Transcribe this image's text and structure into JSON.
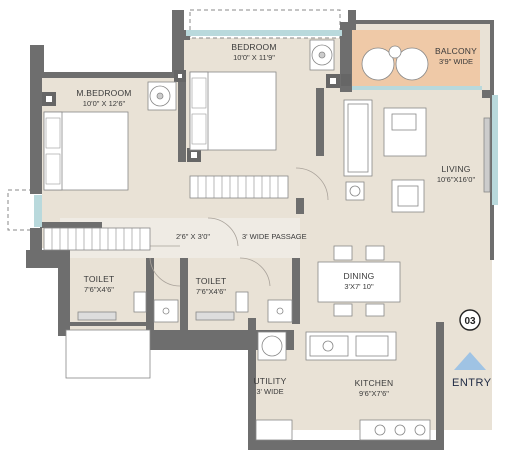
{
  "unit_number": "03",
  "entry_label": "ENTRY",
  "rooms": {
    "bedroom": {
      "name": "BEDROOM",
      "dim": "10'0\" X 11'9\""
    },
    "master_bedroom": {
      "name": "M.BEDROOM",
      "dim": "10'0\" X 12'6\""
    },
    "balcony": {
      "name": "BALCONY",
      "dim": "3'9\" WIDE"
    },
    "living": {
      "name": "LIVING",
      "dim": "10'6\"X16'0\""
    },
    "dining": {
      "name": "DINING",
      "dim": "3'X7' 10\""
    },
    "toilet_1": {
      "name": "TOILET",
      "dim": "7'6\"X4'6\""
    },
    "toilet_2": {
      "name": "TOILET",
      "dim": "7'6\"X4'6\""
    },
    "utility": {
      "name": "UTILITY",
      "dim": "3' WIDE"
    },
    "kitchen": {
      "name": "KITCHEN",
      "dim": "9'6\"X7'6\""
    }
  },
  "passages": {
    "small": "2'6\" X 3'0\"",
    "wide": "3' WIDE PASSAGE"
  },
  "colors": {
    "floor": "#e9e2d6",
    "wall": "#6e6e6e",
    "balcony": "#efc9a7",
    "entry_arrow": "#9fc3e4",
    "window": "#b9d9dc"
  }
}
